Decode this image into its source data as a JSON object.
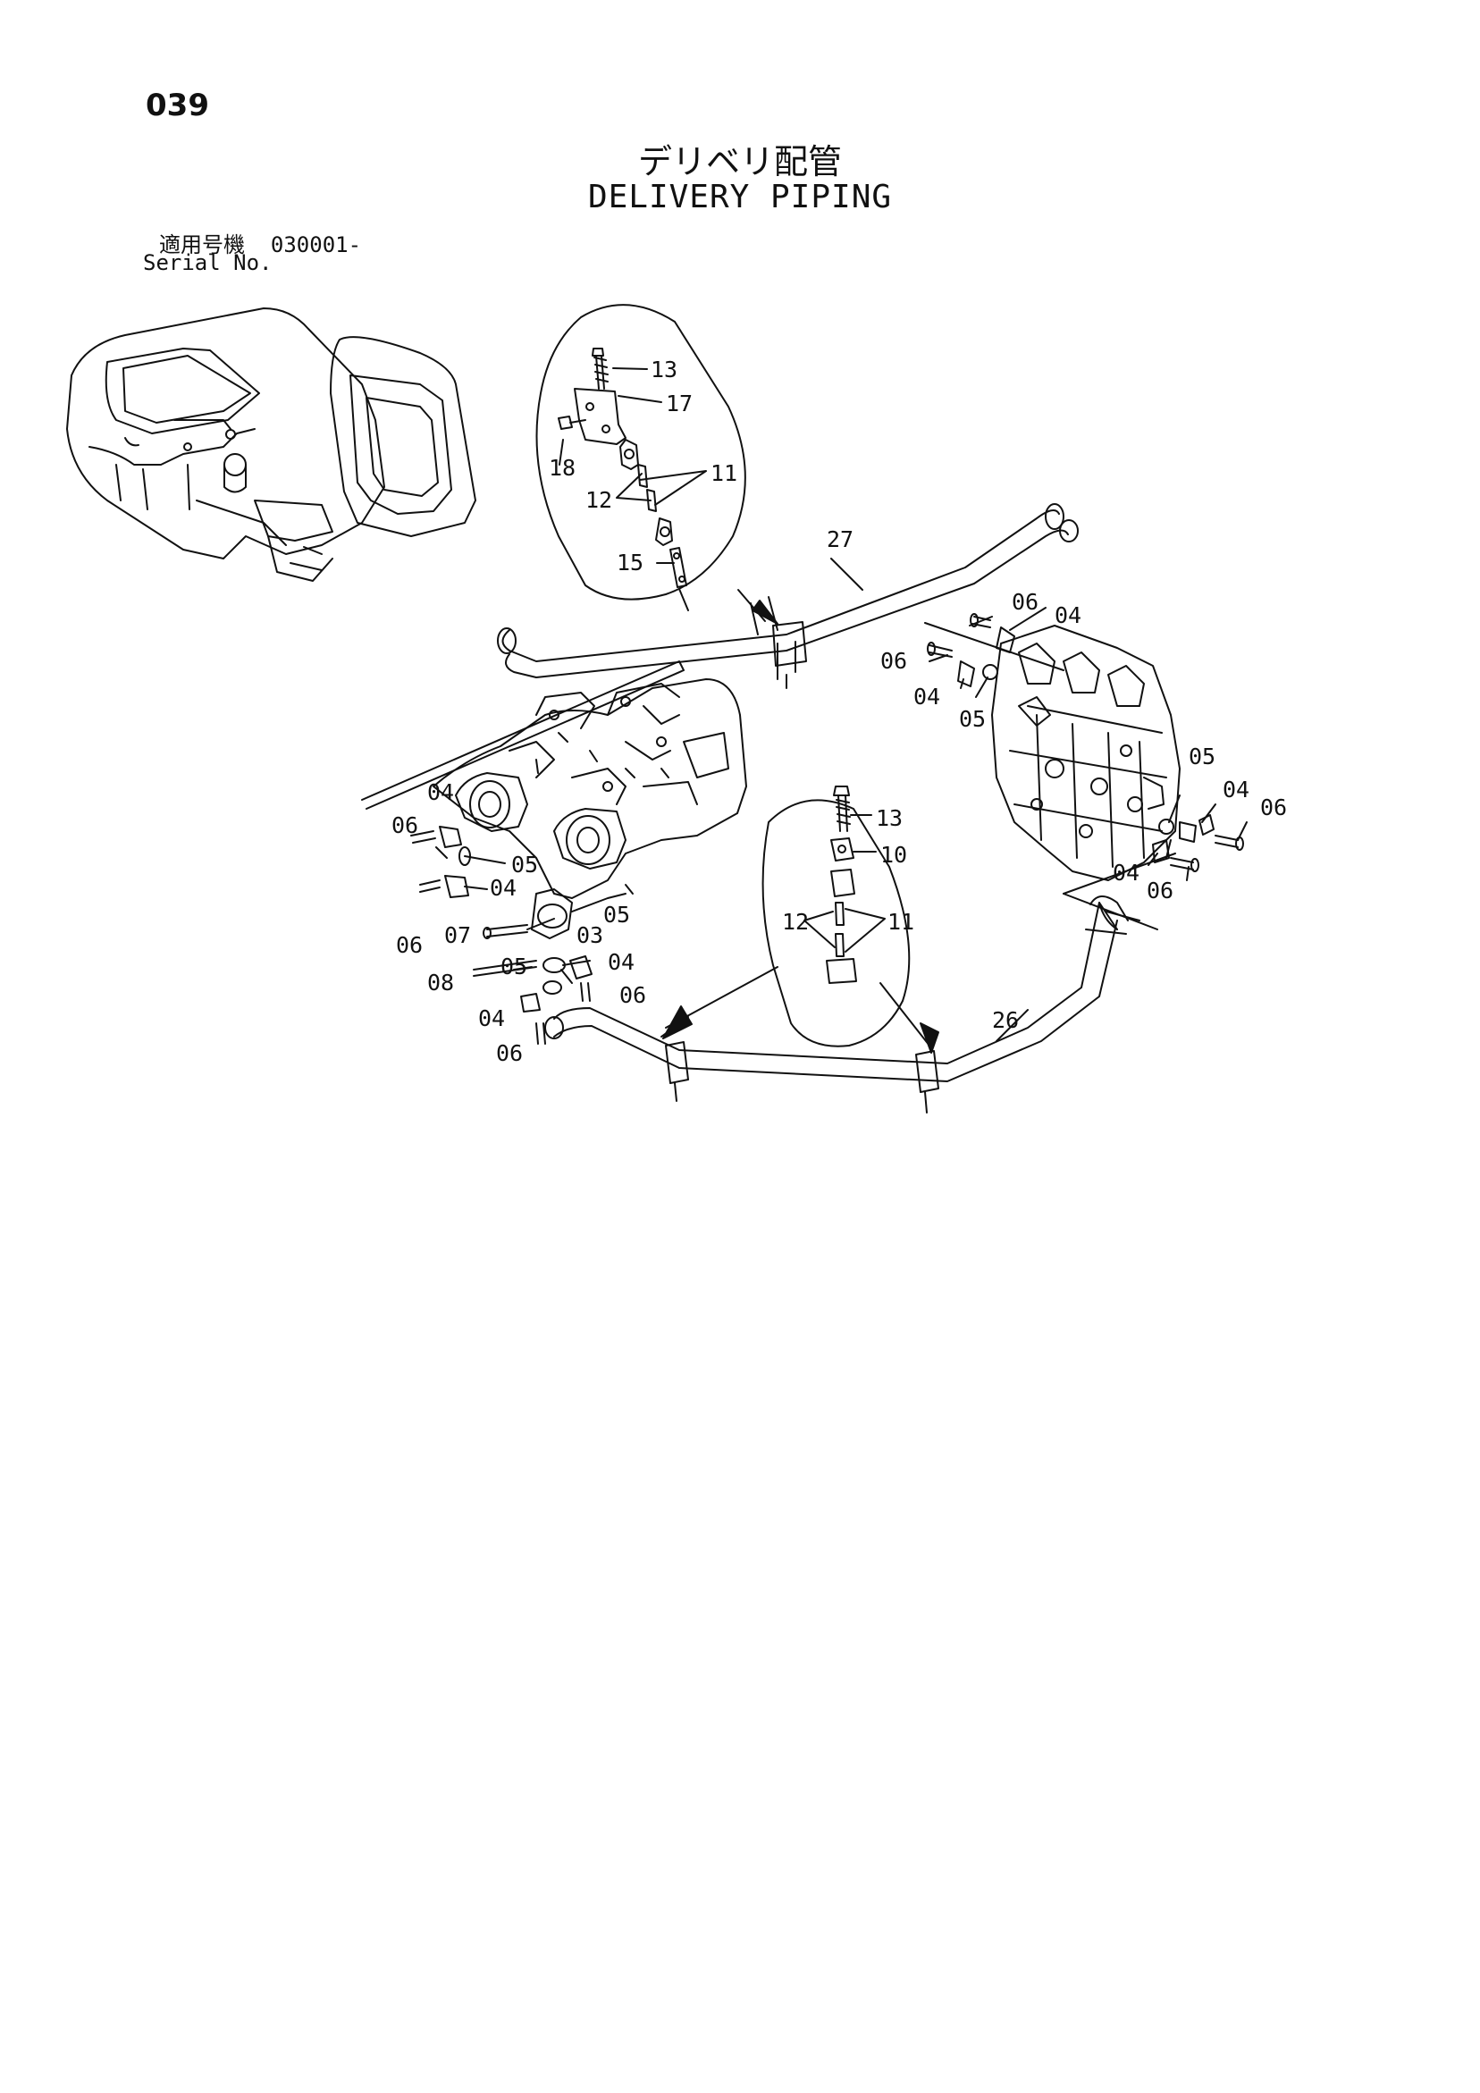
{
  "page": {
    "number": "039",
    "title_jp": "デリベリ配管",
    "title_en": "DELIVERY PIPING",
    "serial_label_jp": "適用号機",
    "serial_value": "030001-",
    "serial_label_en": "Serial No."
  },
  "callouts": {
    "c13a": "13",
    "c17": "17",
    "c18": "18",
    "c11a": "11",
    "c12a": "12",
    "c15": "15",
    "c27": "27",
    "c06r1": "06",
    "c04r1": "04",
    "c06r2": "06",
    "c04r2": "04",
    "c05r1": "05",
    "c05r2": "05",
    "c04r3": "04",
    "c06r3": "06",
    "c04r4": "04",
    "c06r4": "06",
    "c04l1": "04",
    "c06l1": "06",
    "c05l1": "05",
    "c04l2": "04",
    "c06l2": "06",
    "c07": "07",
    "c03": "03",
    "c05l2": "05",
    "c08": "08",
    "c05l3": "05",
    "c04l3": "04",
    "c06l3": "06",
    "c04l4": "04",
    "c06l4": "06",
    "c13b": "13",
    "c10": "10",
    "c12b": "12",
    "c11b": "11",
    "c26": "26"
  }
}
